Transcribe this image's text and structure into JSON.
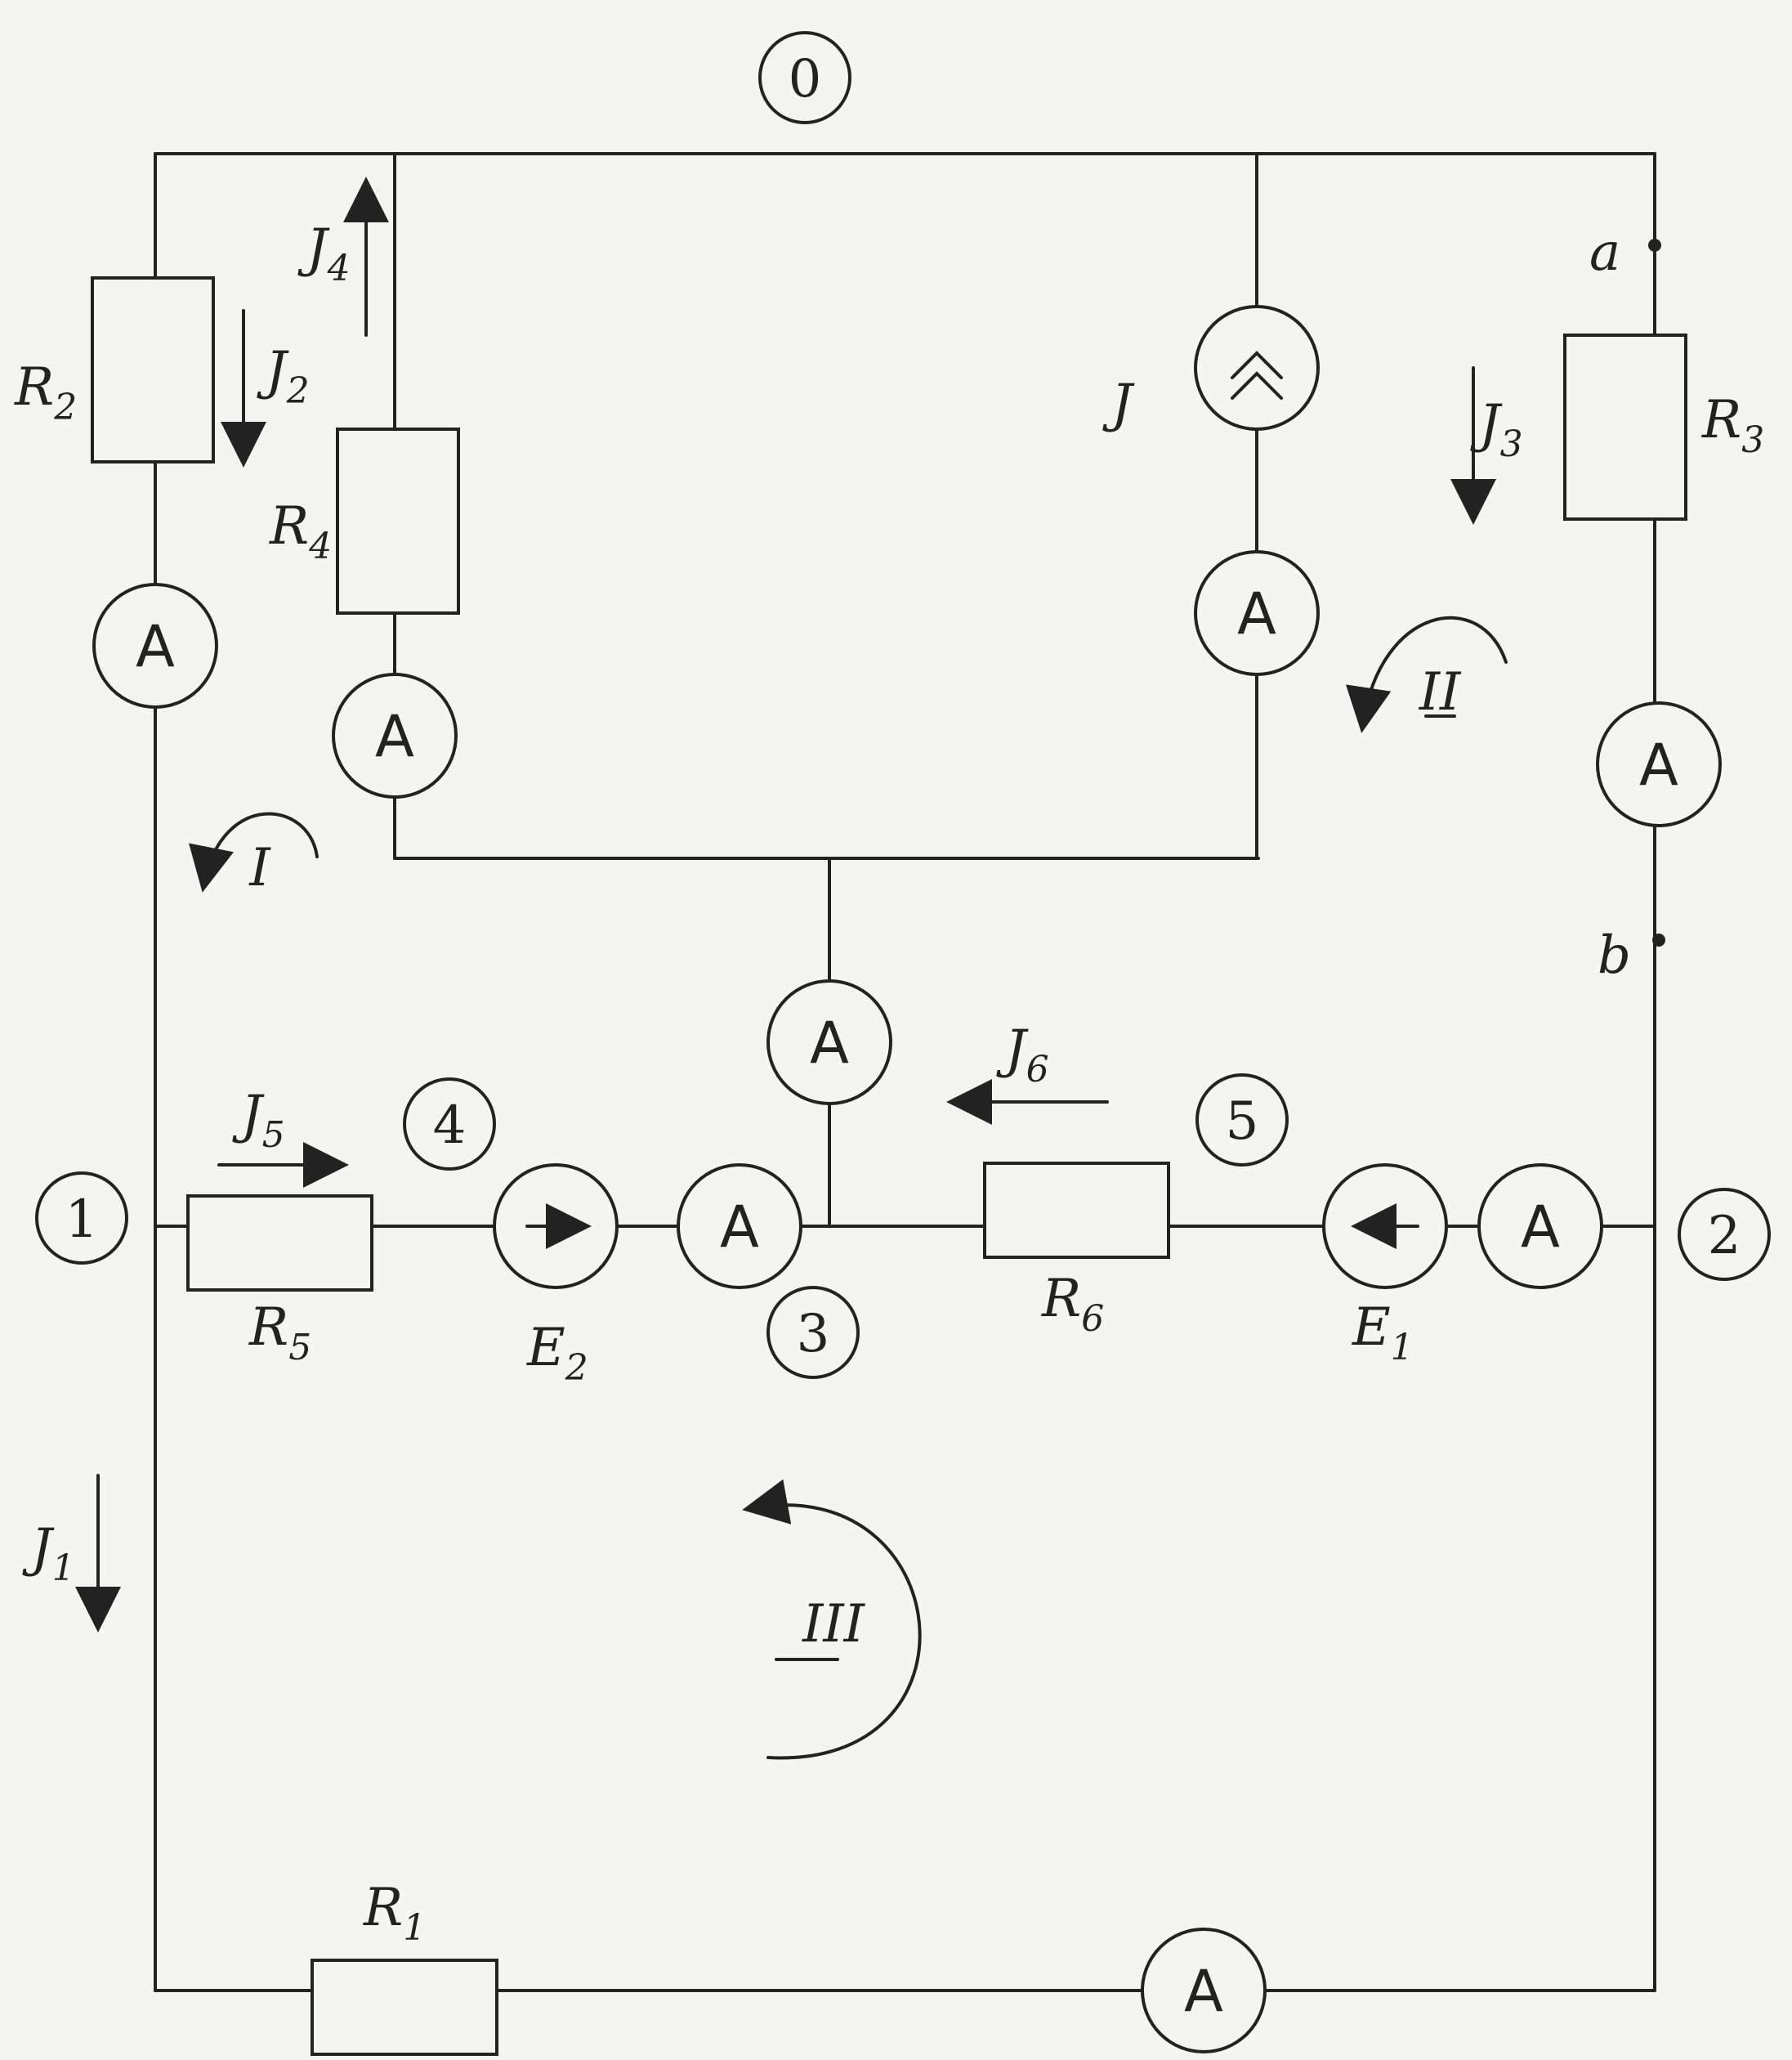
{
  "nodes": {
    "n0": "0",
    "n1": "1",
    "n2": "2",
    "n3": "3",
    "n4": "4",
    "n5": "5"
  },
  "resistors": {
    "r1": "R",
    "r1s": "1",
    "r2": "R",
    "r2s": "2",
    "r3": "R",
    "r3s": "3",
    "r4": "R",
    "r4s": "4",
    "r5": "R",
    "r5s": "5",
    "r6": "R",
    "r6s": "6"
  },
  "sources": {
    "e1": "E",
    "e1s": "1",
    "e2": "E",
    "e2s": "2",
    "j": "J"
  },
  "currents": {
    "i1": "J",
    "i1s": "1",
    "i2": "J",
    "i2s": "2",
    "i3": "J",
    "i3s": "3",
    "i4": "J",
    "i4s": "4",
    "i5": "J",
    "i5s": "5",
    "i6": "J",
    "i6s": "6"
  },
  "loops": {
    "l1": "I",
    "l2": "II",
    "l3": "III"
  },
  "points": {
    "a": "a",
    "b": "b"
  },
  "ammeter": "A"
}
